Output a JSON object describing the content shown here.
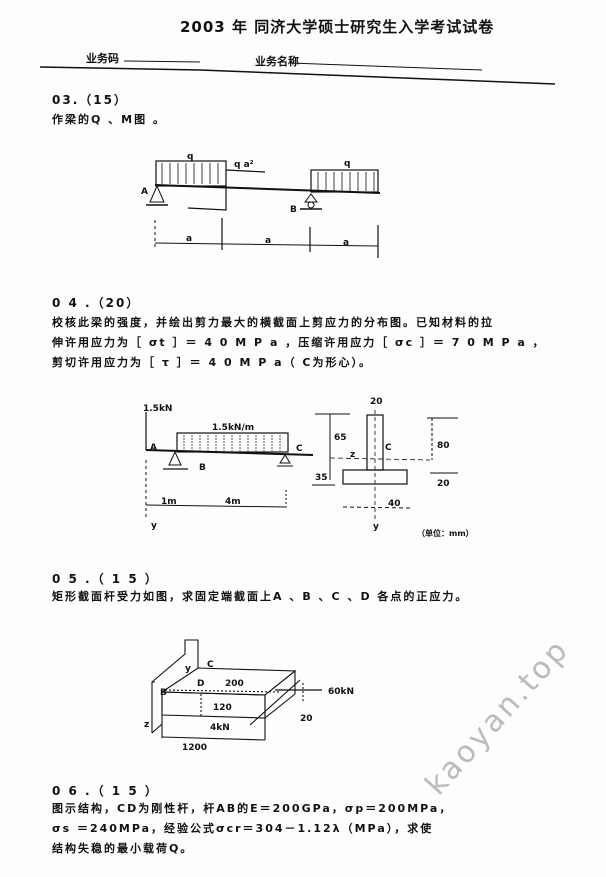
{
  "header": {
    "title": "2003    年   同济大学硕士研究生入学考试试卷",
    "field_code_label": "业务码",
    "field_name_label": "业务名称"
  },
  "questions": [
    {
      "number": "03.（15）",
      "lines": [
        "作梁的Q 、M图 。"
      ],
      "figure_labels": {
        "q1": "q",
        "moment": "q a²",
        "q2": "q",
        "A": "A",
        "B": "B",
        "a1": "a",
        "a2": "a",
        "a3": "a"
      }
    },
    {
      "number": "0 4 .（20）",
      "lines": [
        "校核此梁的强度，并绘出剪力最大的横截面上剪应力的分布图。已知材料的拉",
        "伸许用应力为［ σt ］＝ 4 0 M P a ，压缩许用应力［ σc ］＝ 7 0 M P a ，",
        "剪切许用应力为［ τ ］＝ 4 0 M P a（ C为形心）。"
      ],
      "figure_labels": {
        "force": "1.5kN",
        "load": "1.5kN/m",
        "A": "A",
        "B": "B",
        "C": "C",
        "span1": "1m",
        "span2": "4m",
        "y_left": "y",
        "dim_top": "20",
        "dim_65": "65",
        "dim_35": "35",
        "dim_80": "80",
        "dim_20b": "20",
        "dim_40": "40",
        "c_label": "C",
        "z": "z",
        "y": "y",
        "unit": "（单位：mm）"
      }
    },
    {
      "number": "0 5 .（ 1 5 ）",
      "lines": [
        "矩形截面杆受力如图，求固定端截面上A 、B 、C 、D 各点的正应力。"
      ],
      "figure_labels": {
        "C": "C",
        "D": "D",
        "B": "B",
        "y": "y",
        "z": "z",
        "w": "200",
        "h": "120",
        "F1": "60kN",
        "F2": "4kN",
        "e": "20",
        "L": "1200"
      }
    },
    {
      "number": "0 6 .（ 1 5 ）",
      "lines": [
        "图示结构，CD为刚性杆，杆AB的E＝200GPa，σp＝200MPa，",
        "σs ＝240MPa，经验公式σcr＝304－1.12λ（MPa），求使",
        "结构失稳的最小载荷Q。"
      ]
    }
  ],
  "watermark": "kaoyan.top"
}
